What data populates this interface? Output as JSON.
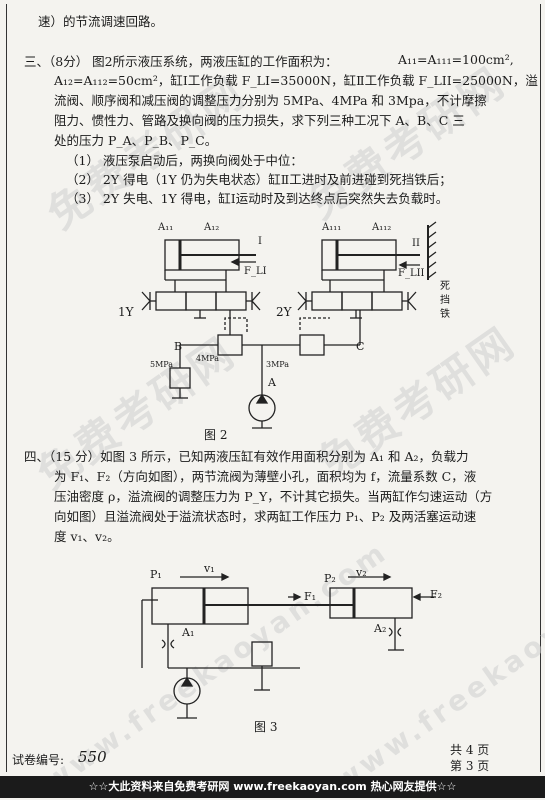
{
  "watermarks": [
    "免费考研网",
    "免费考研网",
    "免费考研网",
    "免费考研网",
    "www.freekaoyan.com",
    "www.freekaoyan.com"
  ],
  "lines": {
    "l1": "速）的节流调速回路。",
    "q3_head": "三、（8分）  图2所示液压系统，两液压缸的工作面积为：",
    "q3_area1": "A₁₁=A₁₁₁=100cm²,",
    "l3": "A₁₂=A₁₁₂=50cm²，缸Ⅰ工作负载 F_LI=35000N，缸Ⅱ工作负载 F_LII=25000N，溢",
    "l4": "流阀、顺序阀和减压阀的调整压力分别为 5MPa、4MPa 和 3Mpa，不计摩擦",
    "l5": "阻力、惯性力、管路及换向阀的压力损失，求下列三种工况下 A、B、C 三",
    "l6": "处的压力 P_A、P_B、P_C。",
    "c1": "（1）  液压泵启动后，两换向阀处于中位：",
    "c2": "（2）  2Y 得电（1Y 仍为失电状态）缸Ⅱ工进时及前进碰到死挡铁后；",
    "c3": "（3）  2Y 失电、1Y 得电，缸Ⅰ运动时及到达终点后突然失去负载时。",
    "q4_1": "四、（15 分）如图 3 所示，已知两液压缸有效作用面积分别为 A₁ 和 A₂，负载力",
    "q4_2": "为 F₁、F₂（方向如图），两节流阀为薄壁小孔，面积均为 f，流量系数 C，液",
    "q4_3": "压油密度 ρ，溢流阀的调整压力为 P_Y，不计其它损失。当两缸作匀速运动（方",
    "q4_4": "向如图）且溢流阀处于溢流状态时，求两缸工作压力 P₁、P₂ 及两活塞运动速",
    "q4_5": "度 v₁、v₂。"
  },
  "fig2": {
    "caption": "图 2",
    "A_I1": "A₁₁",
    "A_I2": "A₁₂",
    "A_II1": "A₁₁₁",
    "A_II2": "A₁₁₂",
    "cyl1": "I",
    "cyl2": "II",
    "FL1": "F_LI",
    "FL2": "F_LII",
    "y1": "1Y",
    "y2": "2Y",
    "B": "B",
    "C": "C",
    "A": "A",
    "p5": "5MPa",
    "p4": "4MPa",
    "p3": "3MPa",
    "stop": "死挡铁"
  },
  "fig3": {
    "caption": "图 3",
    "P1": "P₁",
    "P2": "P₂",
    "v1": "v₁",
    "v2": "v₂",
    "F1": "F₁",
    "F2": "F₂",
    "A1": "A₁",
    "A2": "A₂"
  },
  "footer": {
    "code_label": "试卷编号:",
    "code": "550",
    "pages_total": "共 4 页",
    "page_no": "第 3 页",
    "banner": "☆☆大此资料来自免费考研网 www.freekaoyan.com 热心网友提供☆☆"
  }
}
